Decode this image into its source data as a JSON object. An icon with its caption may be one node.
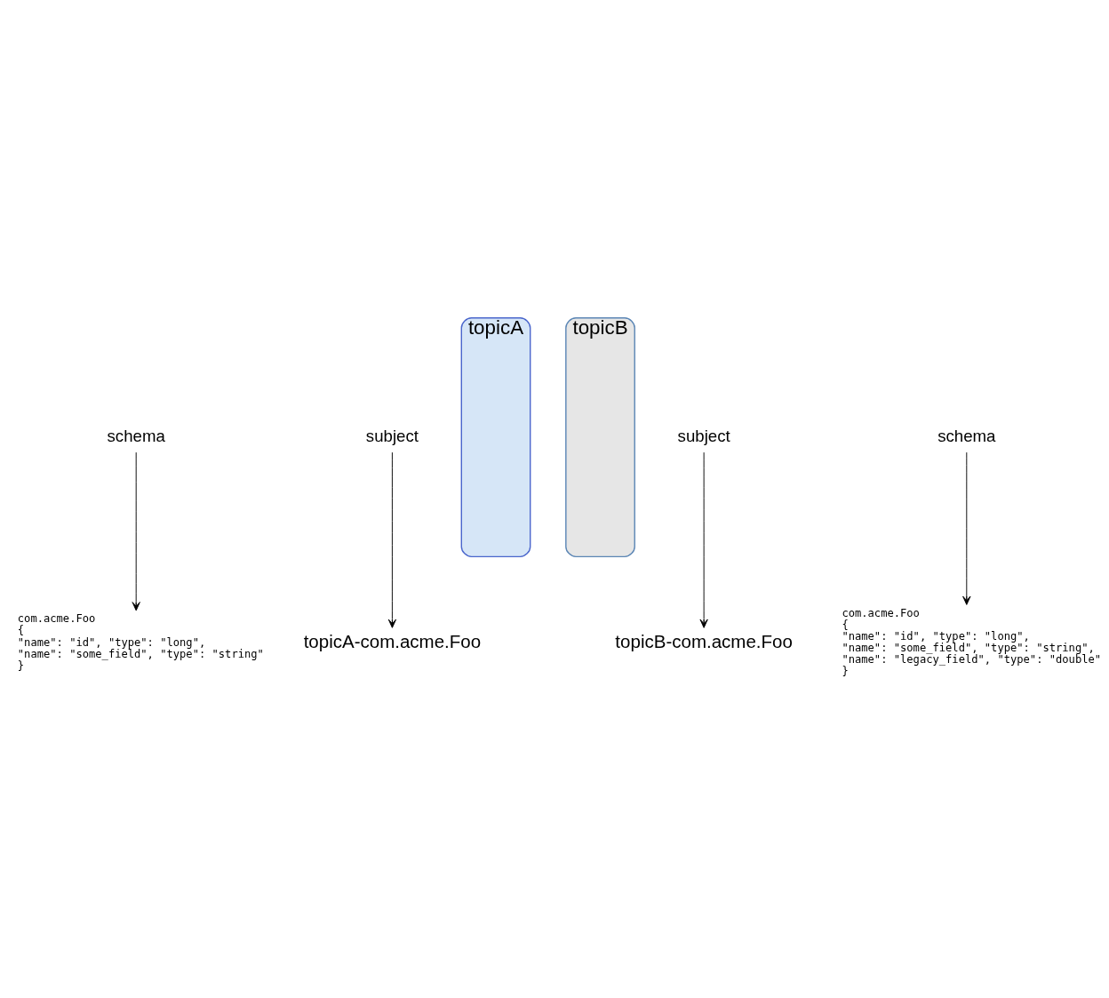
{
  "diagram": {
    "nodes": [
      {
        "text": [
          "topicA"
        ]
      },
      {
        "text": [
          "topicB"
        ]
      },
      {
        "text": [
          "subject"
        ]
      },
      {
        "text": [
          "topicA-com.acme.Foo"
        ]
      },
      {
        "text": [
          "schema"
        ]
      },
      {
        "text": [
          "com.acme.Foo",
          "{",
          "\"name\": \"id\", \"type\": \"long\",",
          "\"name\": \"some_field\", \"type\": \"string\"",
          "}"
        ]
      },
      {
        "text": [
          "subject"
        ]
      },
      {
        "text": [
          "topicB-com.acme.Foo"
        ]
      },
      {
        "text": [
          "schema"
        ]
      },
      {
        "text": [
          "com.acme.Foo",
          "{",
          "\"name\": \"id\", \"type\": \"long\",",
          "\"name\": \"some_field\", \"type\": \"string\",",
          "\"name\": \"legacy_field\", \"type\": \"double\"",
          "}"
        ]
      }
    ],
    "edges": [
      {
        "from": 2,
        "to": 3,
        "arrow": "to"
      },
      {
        "from": 4,
        "to": 5,
        "arrow": "to"
      },
      {
        "from": 6,
        "to": 7,
        "arrow": "to"
      },
      {
        "from": 8,
        "to": 9,
        "arrow": "to"
      }
    ]
  }
}
